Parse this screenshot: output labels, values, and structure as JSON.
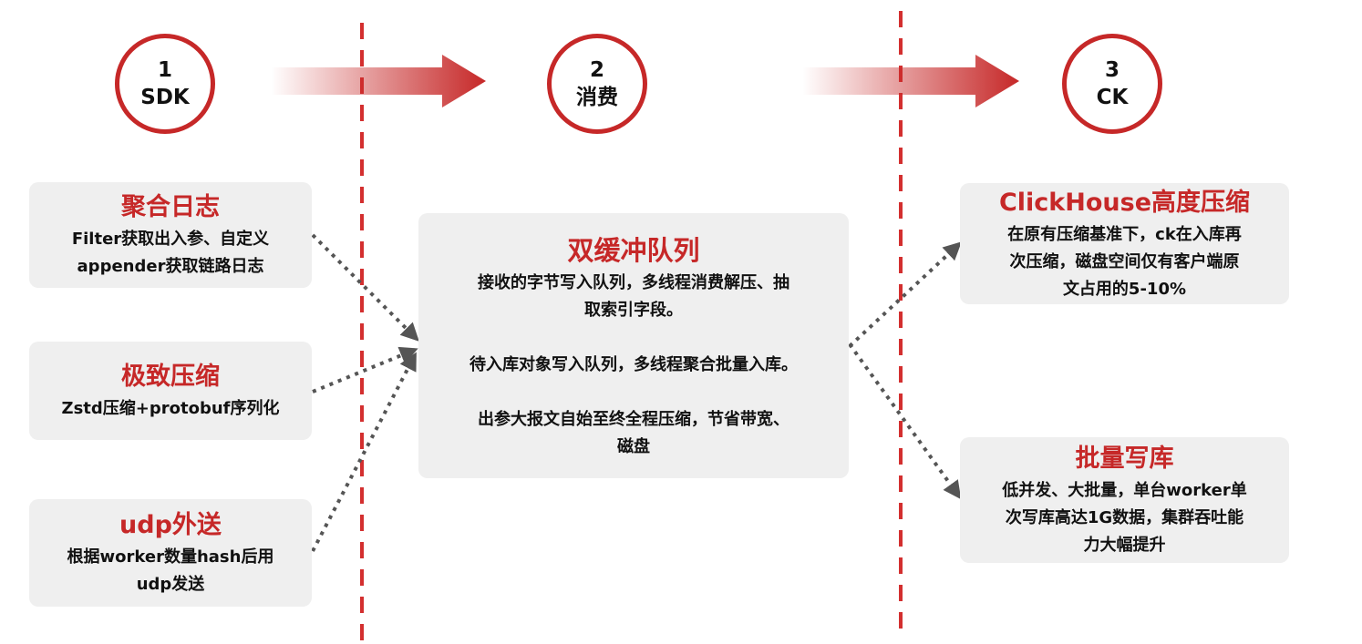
{
  "stages": [
    {
      "number": "1",
      "name": "SDK"
    },
    {
      "number": "2",
      "name": "消费"
    },
    {
      "number": "3",
      "name": "CK"
    }
  ],
  "sdk_boxes": [
    {
      "title": "聚合日志",
      "lines": [
        "Filter获取出入参、自定义",
        "appender获取链路日志"
      ]
    },
    {
      "title": "极致压缩",
      "lines": [
        "Zstd压缩+protobuf序列化"
      ]
    },
    {
      "title": "udp外送",
      "lines": [
        "根据worker数量hash后用",
        "udp发送"
      ]
    }
  ],
  "consume_box": {
    "title": "双缓冲队列",
    "paragraphs": [
      [
        "接收的字节写入队列，多线程消费解压、抽",
        "取索引字段。"
      ],
      [
        "待入库对象写入队列，多线程聚合批量入库。"
      ],
      [
        "出参大报文自始至终全程压缩，节省带宽、",
        "磁盘"
      ]
    ]
  },
  "ck_boxes": [
    {
      "title": "ClickHouse高度压缩",
      "lines": [
        "在原有压缩基准下，ck在入库再",
        "次压缩，磁盘空间仅有客户端原",
        "文占用的5-10%"
      ]
    },
    {
      "title": "批量写库",
      "lines": [
        "低并发、大批量，单台worker单",
        "次写库高达1G数据，集群吞吐能",
        "力大幅提升"
      ]
    }
  ],
  "colors": {
    "accent": "#c62828",
    "box_bg": "#efefef",
    "connector": "#555555",
    "text": "#111111"
  }
}
